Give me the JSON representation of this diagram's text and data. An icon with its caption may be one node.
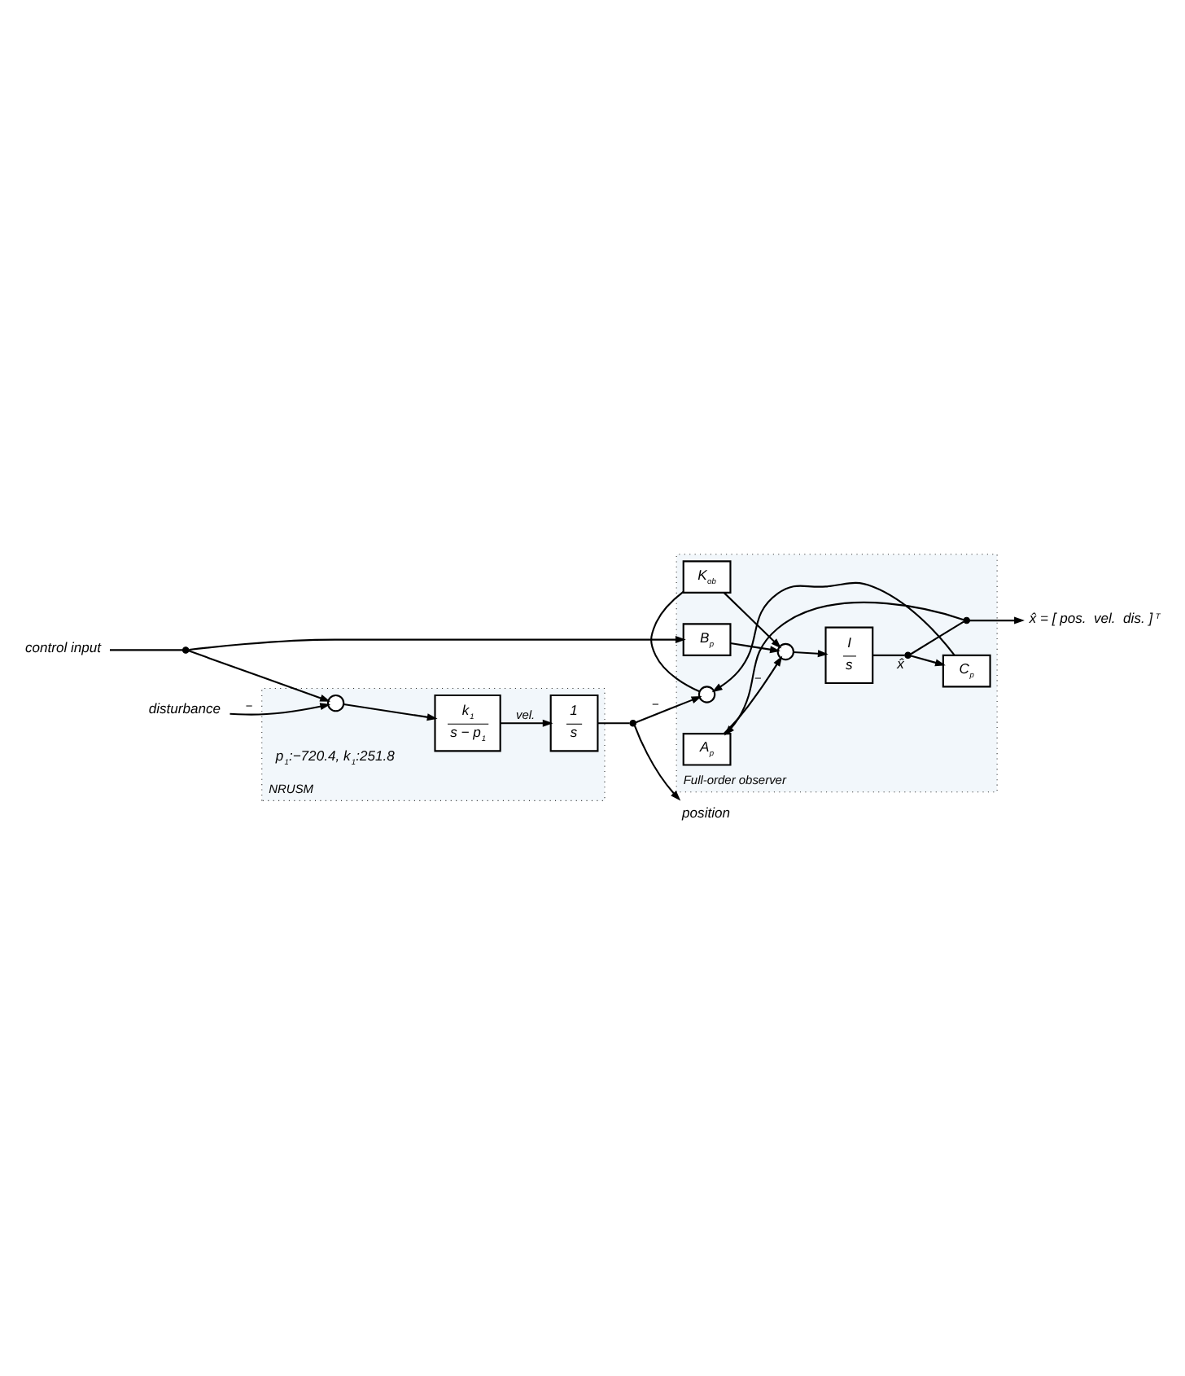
{
  "diagram": {
    "nodes": [
      {
        "text": [
          "NRUSM"
        ]
      },
      {
        "text": [
          "control input"
        ]
      },
      {
        "text": [],
        "shape": "circle"
      },
      {
        "text": [
          "disturbance"
        ]
      },
      {
        "text": [],
        "shape": "circle",
        "in": 0
      },
      {
        "text": [
          "k$_{1}$",
          "s − p$_{1}$"
        ],
        "in": 0
      },
      {
        "text": [
          "1",
          "s"
        ],
        "in": 0
      },
      {
        "text": [],
        "shape": "circle"
      },
      {
        "text": [
          "position"
        ]
      },
      {
        "text": [
          "Full-order observer"
        ]
      },
      {
        "text": [
          "K$_{ob}$"
        ],
        "in": 9
      },
      {
        "text": [],
        "shape": "circle",
        "in": 9
      },
      {
        "text": [
          "B$_{p}$"
        ],
        "in": 9
      },
      {
        "text": [],
        "shape": "circle",
        "in": 9
      },
      {
        "text": [
          "I",
          "s"
        ],
        "in": 9
      },
      {
        "text": [],
        "shape": "circle",
        "in": 9,
        "beside": [
          "x̂"
        ]
      },
      {
        "text": [
          "C$_{p}$"
        ],
        "in": 9
      },
      {
        "text": [
          "A$_{p}$"
        ],
        "in": 9
      },
      {
        "text": [],
        "shape": "circle",
        "in": 9
      },
      {
        "text": [
          "x̂ = [ pos.  vel.  dis. ]$^{T}$"
        ]
      }
    ],
    "edges": [
      {
        "from": 1,
        "to": 2,
        "arrow": "none"
      },
      {
        "from": 2,
        "to": 4,
        "arrow": "to"
      },
      {
        "from": 3,
        "to": 4,
        "arrow": "to",
        "label": "−"
      },
      {
        "from": 4,
        "to": 5,
        "arrow": "to"
      },
      {
        "from": 5,
        "to": 6,
        "arrow": "to",
        "label": "vel."
      },
      {
        "from": 6,
        "to": 7,
        "arrow": "none"
      },
      {
        "from": 7,
        "to": 8,
        "arrow": "to"
      },
      {
        "from": 7,
        "to": 11,
        "arrow": "to",
        "label": "−"
      },
      {
        "from": 2,
        "to": 12,
        "arrow": "to"
      },
      {
        "from": 12,
        "to": 13,
        "arrow": "to"
      },
      {
        "from": 11,
        "to": 10,
        "arrow": "none"
      },
      {
        "from": 10,
        "to": 13,
        "arrow": "to"
      },
      {
        "from": 13,
        "to": 14,
        "arrow": "to"
      },
      {
        "from": 14,
        "to": 15,
        "arrow": "none"
      },
      {
        "from": 15,
        "to": 16,
        "arrow": "to"
      },
      {
        "from": 16,
        "to": 11,
        "arrow": "to"
      },
      {
        "from": 15,
        "to": 18,
        "arrow": "none"
      },
      {
        "from": 18,
        "to": 17,
        "arrow": "to"
      },
      {
        "from": 17,
        "to": 13,
        "arrow": "to",
        "label": "−"
      },
      {
        "from": 18,
        "to": 19,
        "arrow": "to"
      }
    ],
    "labels": [
      "p$_{1}$:−720.4, k$_{1}$:251.8"
    ]
  }
}
